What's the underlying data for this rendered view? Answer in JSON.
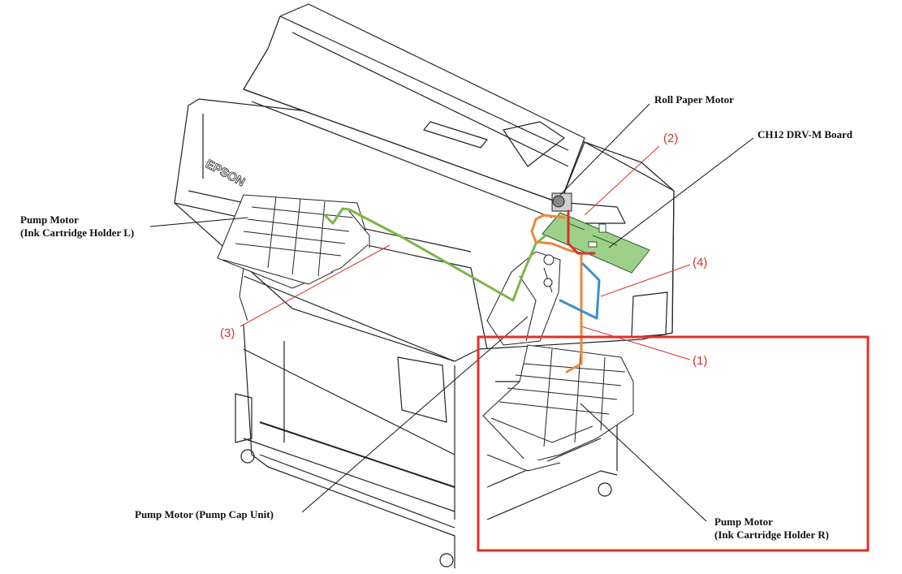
{
  "brand": {
    "logo_text": "EPSON"
  },
  "labels": {
    "roll_paper_motor": "Roll Paper Motor",
    "drv_board": "CH12 DRV-M Board",
    "pump_l_line1": "Pump Motor",
    "pump_l_line2": "(Ink Cartridge Holder L)",
    "pump_cap": "Pump Motor (Pump Cap Unit)",
    "pump_r_line1": "Pump Motor",
    "pump_r_line2": "(Ink Cartridge Holder R)"
  },
  "callouts": {
    "c1": "(1)",
    "c2": "(2)",
    "c3": "(3)",
    "c4": "(4)"
  },
  "colors": {
    "cable_1": "#e8893a",
    "cable_2": "#d6322b",
    "cable_3": "#7ab648",
    "cable_4": "#3a8fd0",
    "board": "#9fd08a",
    "highlight_box": "#e0312a",
    "callout_text": "#d6322b"
  }
}
